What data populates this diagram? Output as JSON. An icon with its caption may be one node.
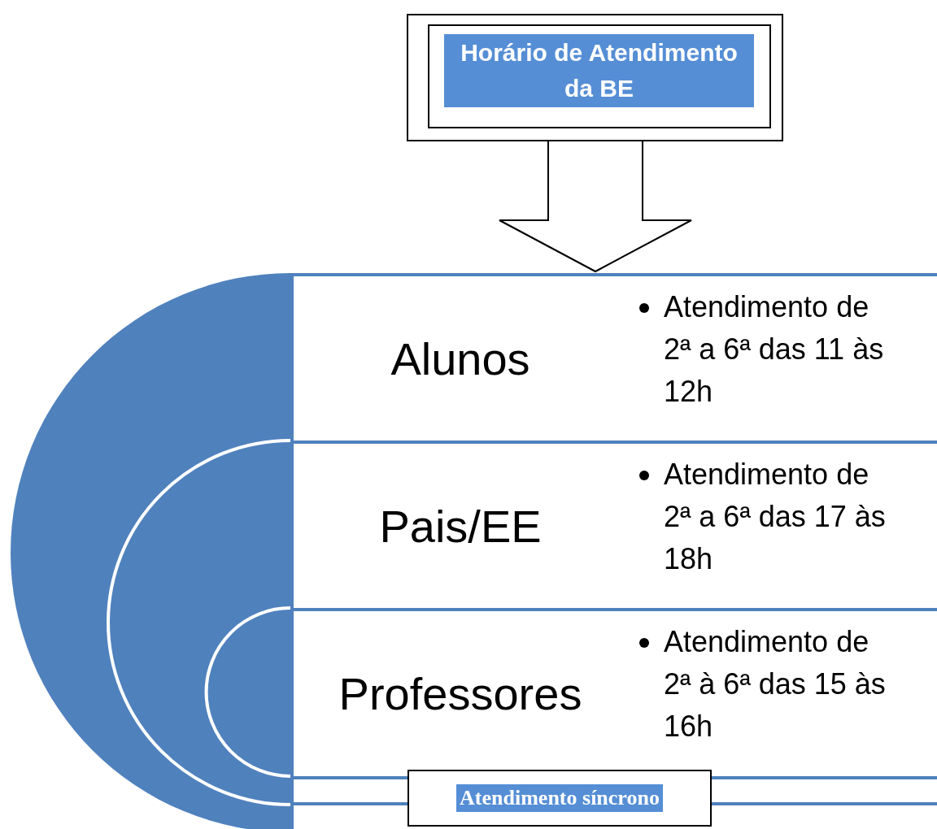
{
  "diagram": {
    "nodes": [
      {
        "text": [
          "Horário de Atendimento da BE"
        ]
      },
      {
        "text": [
          "Alunos",
          "Atendimento de 2ª a 6ª das 11 às 12h"
        ]
      },
      {
        "text": [
          "Pais/EE",
          "Atendimento de 2ª a 6ª das 17 às 18h"
        ]
      },
      {
        "text": [
          "Professores",
          "Atendimento de 2ª à 6ª das 15 às 16h"
        ]
      },
      {
        "text": [
          "Atendimento síncrono"
        ]
      }
    ],
    "edges": [
      {
        "from": 0,
        "to": 1,
        "arrow": "to"
      }
    ]
  }
}
